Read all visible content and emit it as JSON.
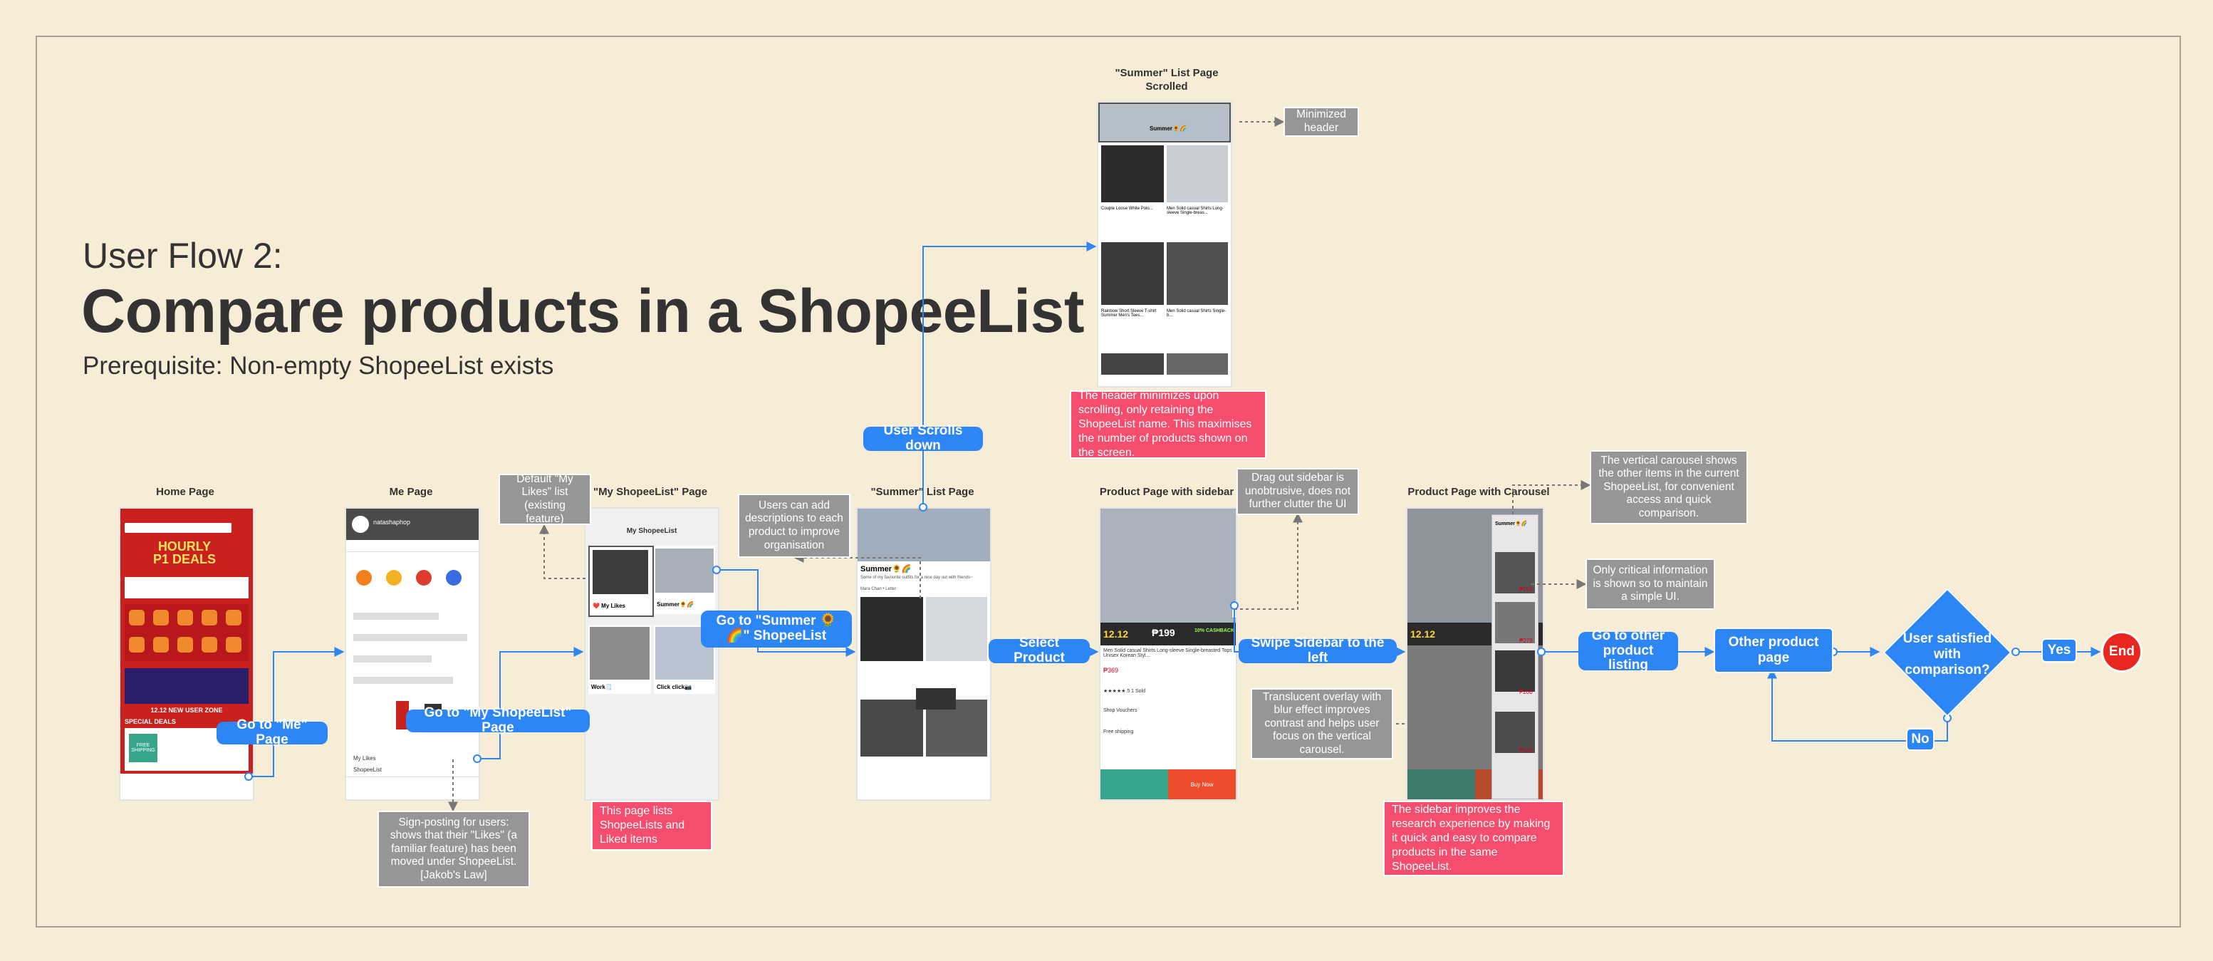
{
  "title": {
    "line1": "User Flow 2:",
    "line2": "Compare products in a ShopeeList",
    "line3": "Prerequisite: Non-empty ShopeeList exists"
  },
  "screens": {
    "home": "Home Page",
    "me": "Me Page",
    "myshopeelist": "\"My ShopeeList\" Page",
    "summer": "\"Summer\" List Page",
    "scrolled": "\"Summer\" List Page Scrolled",
    "sidebar": "Product Page with sidebar",
    "carousel": "Product Page with Carousel"
  },
  "actions": {
    "go_me": "Go to \"Me\" Page",
    "go_myshopeelist": "Go to \"My ShopeeList\" Page",
    "go_summer": "Go to \"Summer 🌻🌈\" ShopeeList",
    "scroll": "User Scrolls down",
    "select_product": "Select Product",
    "swipe": "Swipe Sidebar to the left",
    "other_listing": "Go to other product listing",
    "other_page": "Other product page",
    "decision": "User satisfied with comparison?",
    "yes": "Yes",
    "no": "No",
    "end": "End"
  },
  "notes": {
    "default_likes": "Default \"My Likes\" list (existing feature)",
    "descriptions": "Users can add descriptions to each product to improve organisation",
    "minimized_header": "Minimized header",
    "drag_out": "Drag out sidebar is unobtrusive, does not further clutter the UI",
    "vertical_carousel": "The vertical carousel shows the other items in the current ShopeeList, for convenient access and quick comparison.",
    "critical_info": "Only critical information is shown so to maintain a simple UI.",
    "translucent": "Translucent overlay with blur effect improves contrast and helps user focus on the vertical carousel.",
    "signposting": "Sign-posting for users: shows that their \"Likes\" (a familiar feature) has been moved under ShopeeList. [Jakob's Law]"
  },
  "pink_notes": {
    "lists": "This page lists ShopeeLists and Liked items",
    "header": "The header minimizes upon scrolling, only retaining the ShopeeList name. This maximises the number of products shown on the screen.",
    "sidebar": "The sidebar improves the research experience by making it quick and easy to compare products in the same ShopeeList."
  },
  "mock": {
    "home_deals": "HOURLY P1 DEALS",
    "home_free": "FREE SHIPPING",
    "home_zone": "12.12 NEW USER ZONE",
    "home_special": "SPECIAL DEALS",
    "me_user": "natashaphop",
    "me_likes": "My Likes",
    "me_shopeelist": "ShopeeList",
    "msl_title": "My ShopeeList",
    "msl_mylikes": "❤️ My Likes",
    "msl_summer": "Summer🌻🌈",
    "msl_work": "Work🗒️",
    "msl_click": "Click click📷",
    "summer_title": "Summer🌻🌈",
    "summer_desc": "Some of my favourite outfits for a nice day out with friends~",
    "summer_user": "Mara Chan • Letter",
    "product_name": "Men Solid casual Shirts Long-sleeve Single-breasted Tops Unisex Korean Styl...",
    "product_price": "₱369",
    "product_rating": "★★★★★ 5  1 Sold",
    "ship_vouchers": "Shop Vouchers",
    "free_shipping": "Free shipping",
    "buy_now": "Buy Now",
    "sale_1212": "12.12",
    "sale_199": "₱199",
    "sale_cashback": "10% CASHBACK",
    "car_p1": "₱159",
    "car_p2": "₱279",
    "car_p3": "₱200",
    "car_p4": "₱189",
    "scr_title": "Summer🌻🌈",
    "scr_p1": "Couple Loose White Polo...",
    "scr_p2": "Men Solid casual Shirts Long-sleeve Single-breas...",
    "scr_p3": "Rainbow Short Sleeve T-shirt Summer Men's Tees...",
    "scr_p4": "Men Solid casual Shirts Single-b..."
  },
  "colors": {
    "background": "#f7ecd6",
    "action_blue": "#2d86f5",
    "note_grey": "#969696",
    "note_pink": "#f54d6d",
    "end_red": "#e8281e",
    "shopee_red": "#d0011b"
  }
}
